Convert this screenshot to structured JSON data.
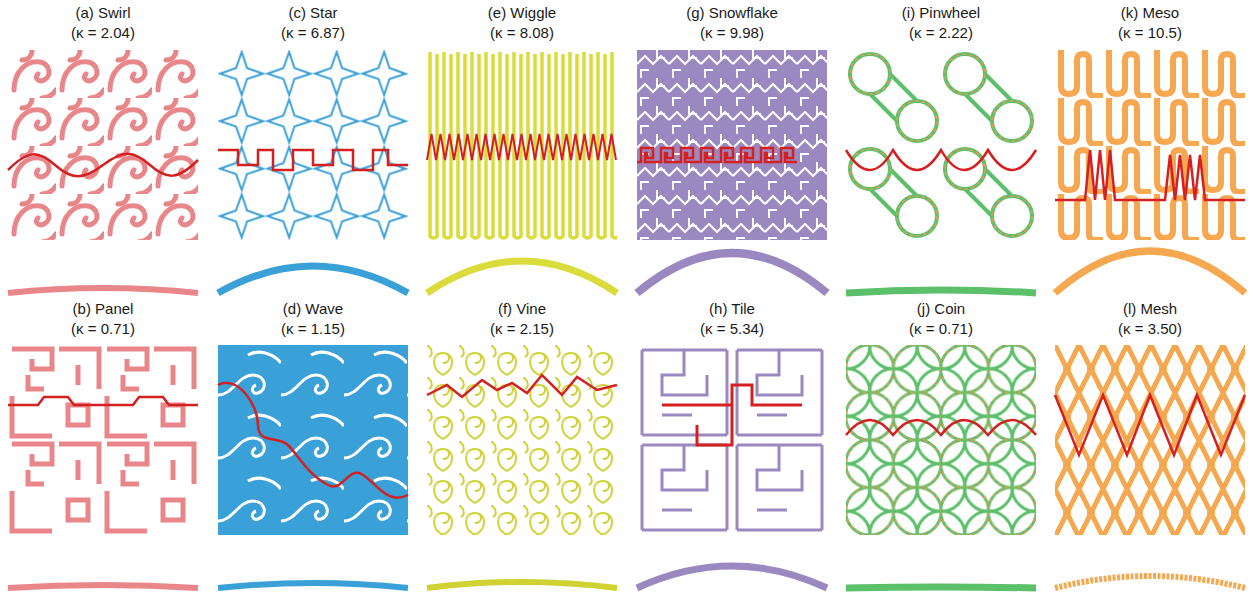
{
  "diagram": {
    "labels": [
      "(a) Swirl",
      "(κ = 2.04)",
      "(c) Star",
      "(κ = 6.87)",
      "(e) Wiggle",
      "(κ = 8.08)",
      "(g) Snowflake",
      "(κ = 9.98)",
      "(i) Pinwheel",
      "(κ = 2.22)",
      "(k) Meso",
      "(κ = 10.5)",
      "(b) Panel",
      "(κ = 0.71)",
      "(d) Wave",
      "(κ = 1.15)",
      "(f) Vine",
      "(κ = 2.15)",
      "(h) Tile",
      "(κ = 5.34)",
      "(j) Coin",
      "(κ = 0.71)",
      "(l) Mesh",
      "(κ = 3.50)"
    ]
  }
}
